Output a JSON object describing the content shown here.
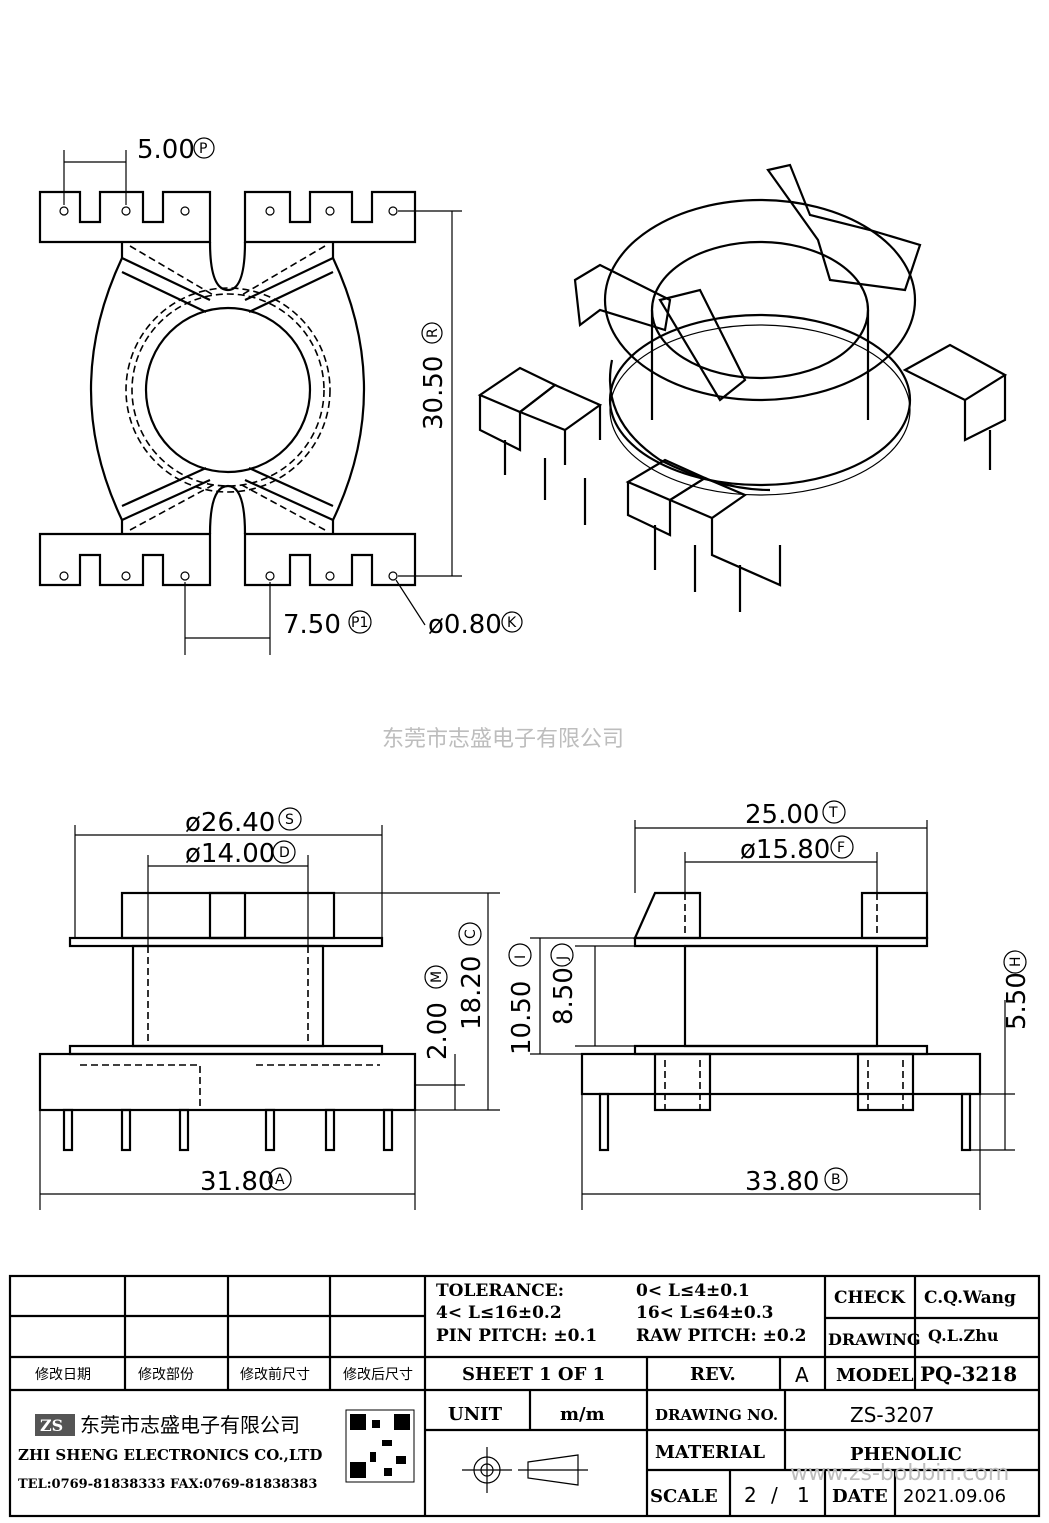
{
  "company_watermark": "东莞市志盛电子有限公司",
  "dimensions": {
    "pin_pitch_p": {
      "value": "5.00",
      "tag": "P"
    },
    "height_r": {
      "value": "30.50",
      "tag": "R"
    },
    "pin_pitch_p1": {
      "value": "7.50",
      "tag": "P1"
    },
    "pin_dia_k": {
      "value": "ø0.80",
      "tag": "K"
    },
    "flange_dia_s": {
      "value": "ø26.40",
      "tag": "S"
    },
    "core_dia_d": {
      "value": "ø14.00",
      "tag": "D"
    },
    "height_c": {
      "value": "18.20",
      "tag": "C"
    },
    "base_m": {
      "value": "2.00",
      "tag": "M"
    },
    "width_a": {
      "value": "31.80",
      "tag": "A"
    },
    "width_t": {
      "value": "25.00",
      "tag": "T"
    },
    "inner_dia_f": {
      "value": "ø15.80",
      "tag": "F"
    },
    "height_i": {
      "value": "10.50",
      "tag": "I"
    },
    "window_j": {
      "value": "8.50",
      "tag": "J"
    },
    "pin_len_h": {
      "value": "5.50",
      "tag": "H"
    },
    "width_b": {
      "value": "33.80",
      "tag": "B"
    }
  },
  "title_block": {
    "revision_headers": [
      "修改日期",
      "修改部份",
      "修改前尺寸",
      "修改后尺寸"
    ],
    "tolerance_label": "TOLERANCE:",
    "tol_1": "0< L≤4±0.1",
    "tol_2": "4< L≤16±0.2",
    "tol_3": "16< L≤64±0.3",
    "pin_pitch": "PIN PITCH: ±0.1",
    "raw_pitch": "RAW PITCH: ±0.2",
    "check_label": "CHECK",
    "check_value": "C.Q.Wang",
    "drawing_label": "DRAWING",
    "drawing_value": "Q.L.Zhu",
    "sheet": "SHEET 1 OF 1",
    "rev_label": "REV.",
    "rev_value": "A",
    "model_label": "MODEL",
    "model_value": "PQ-3218",
    "company_cn": "东莞市志盛电子有限公司",
    "company_en": "ZHI SHENG ELECTRONICS CO.,LTD",
    "contact": "TEL:0769-81838333 FAX:0769-81838383",
    "unit_label": "UNIT",
    "unit_value": "m/m",
    "drawing_no_label": "DRAWING NO.",
    "drawing_no_value": "ZS-3207",
    "material_label": "MATERIAL",
    "material_value": "PHENOLIC",
    "scale_label": "SCALE",
    "scale_num": "2",
    "scale_sep": "/",
    "scale_den": "1",
    "date_label": "DATE",
    "date_value": "2021.09.06",
    "website": "www.zs-bobbin.com"
  }
}
